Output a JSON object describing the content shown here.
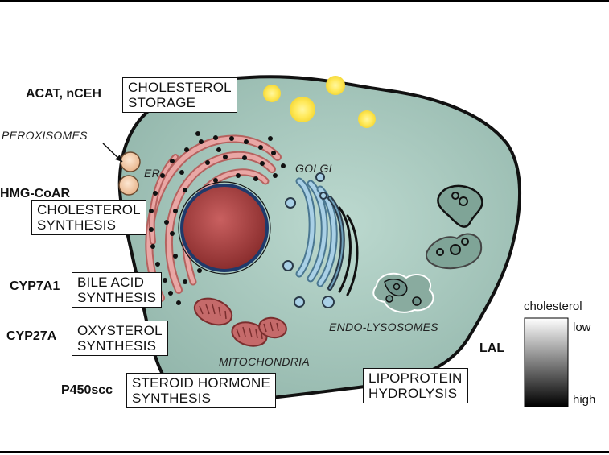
{
  "enzymes": {
    "acat": "ACAT, nCEH",
    "hmg": "HMG-CoAR",
    "cyp7a1": "CYP7A1",
    "cyp27a": "CYP27A",
    "p450": "P450scc",
    "lal": "LAL"
  },
  "boxes": {
    "storage": "CHOLESTEROL\nSTORAGE",
    "synthesis": "CHOLESTEROL\nSYNTHESIS",
    "bile": "BILE ACID\nSYNTHESIS",
    "oxysterol": "OXYSTEROL\nSYNTHESIS",
    "steroid": "STEROID HORMONE\nSYNTHESIS",
    "lipoprotein": "LIPOPROTEIN\nHYDROLYSIS"
  },
  "organelles": {
    "peroxisomes": "PEROXISOMES",
    "er": "ER",
    "golgi": "GOLGI",
    "mitochondria": "MITOCHONDRIA",
    "endolysosomes": "ENDO-LYSOSOMES"
  },
  "legend": {
    "title": "cholesterol",
    "low": "low",
    "high": "high"
  },
  "colors": {
    "cytoplasm": "#a9cbc0",
    "nucleus": "#b04040",
    "er": "#d88a8a",
    "golgi": "#9cc4dc",
    "droplets": "#ffe95a"
  }
}
